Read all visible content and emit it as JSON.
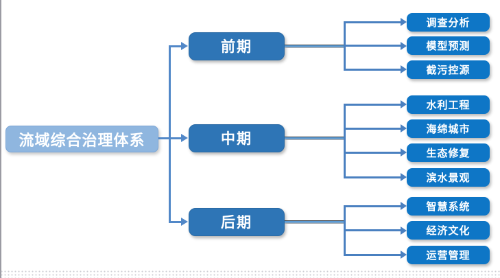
{
  "root": {
    "label": "流域综合治理体系"
  },
  "stages": [
    {
      "label": "前期",
      "leaves": [
        {
          "label": "调查分析"
        },
        {
          "label": "模型预测"
        },
        {
          "label": "截污控源"
        }
      ]
    },
    {
      "label": "中期",
      "leaves": [
        {
          "label": "水利工程"
        },
        {
          "label": "海绵城市"
        },
        {
          "label": "生态修复"
        },
        {
          "label": "滨水景观"
        }
      ]
    },
    {
      "label": "后期",
      "leaves": [
        {
          "label": "智慧系统"
        },
        {
          "label": "经济文化"
        },
        {
          "label": "运营管理"
        }
      ]
    }
  ],
  "colors": {
    "root_fill": "#8FB6DF",
    "stage_fill": "#2E75B6",
    "leaf_fill": "#0E76C6",
    "connector": "#4a80c0",
    "thick_line": "#5B9BD5"
  }
}
